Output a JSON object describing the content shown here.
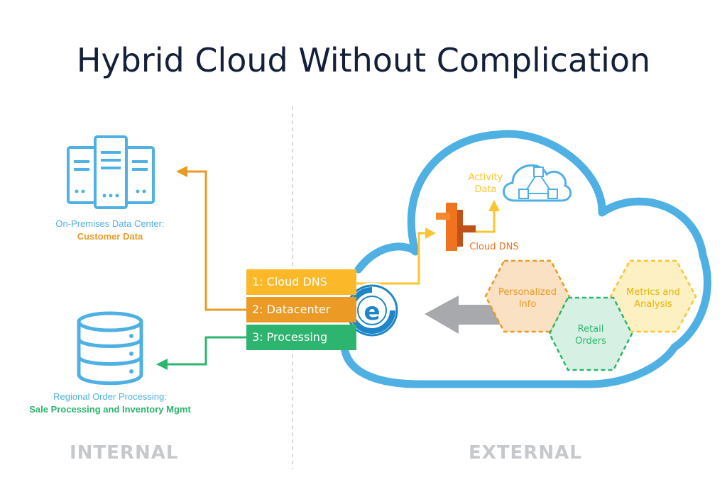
{
  "title": "Hybrid Cloud Without Complication",
  "zones": {
    "internal": "INTERNAL",
    "external": "EXTERNAL"
  },
  "left": {
    "datacenter": {
      "sub": "On-Premises Data Center:",
      "main": "Customer Data"
    },
    "regional": {
      "sub": "Regional Order Processing:",
      "main": "Sale Processing and Inventory Mgmt"
    }
  },
  "routes": [
    {
      "label": "1: Cloud DNS",
      "color": "#fbb92a"
    },
    {
      "label": "2: Datacenter",
      "color": "#ea9a25"
    },
    {
      "label": "3: Processing",
      "color": "#2db46e"
    }
  ],
  "cloud": {
    "dns_label": "Cloud DNS",
    "activity_label_1": "Activity",
    "activity_label_2": "Data",
    "hexagons": {
      "personalized": [
        "Personalized",
        "Info"
      ],
      "metrics": [
        "Metrics and",
        "Analysis"
      ],
      "retail": [
        "Retail",
        "Orders"
      ]
    }
  },
  "colors": {
    "blue": "#4fb0e3",
    "orange": "#ea9a25",
    "yellow": "#fbc531",
    "green": "#2db46e",
    "dark": "#14203a",
    "gray": "#c6c9cc"
  }
}
